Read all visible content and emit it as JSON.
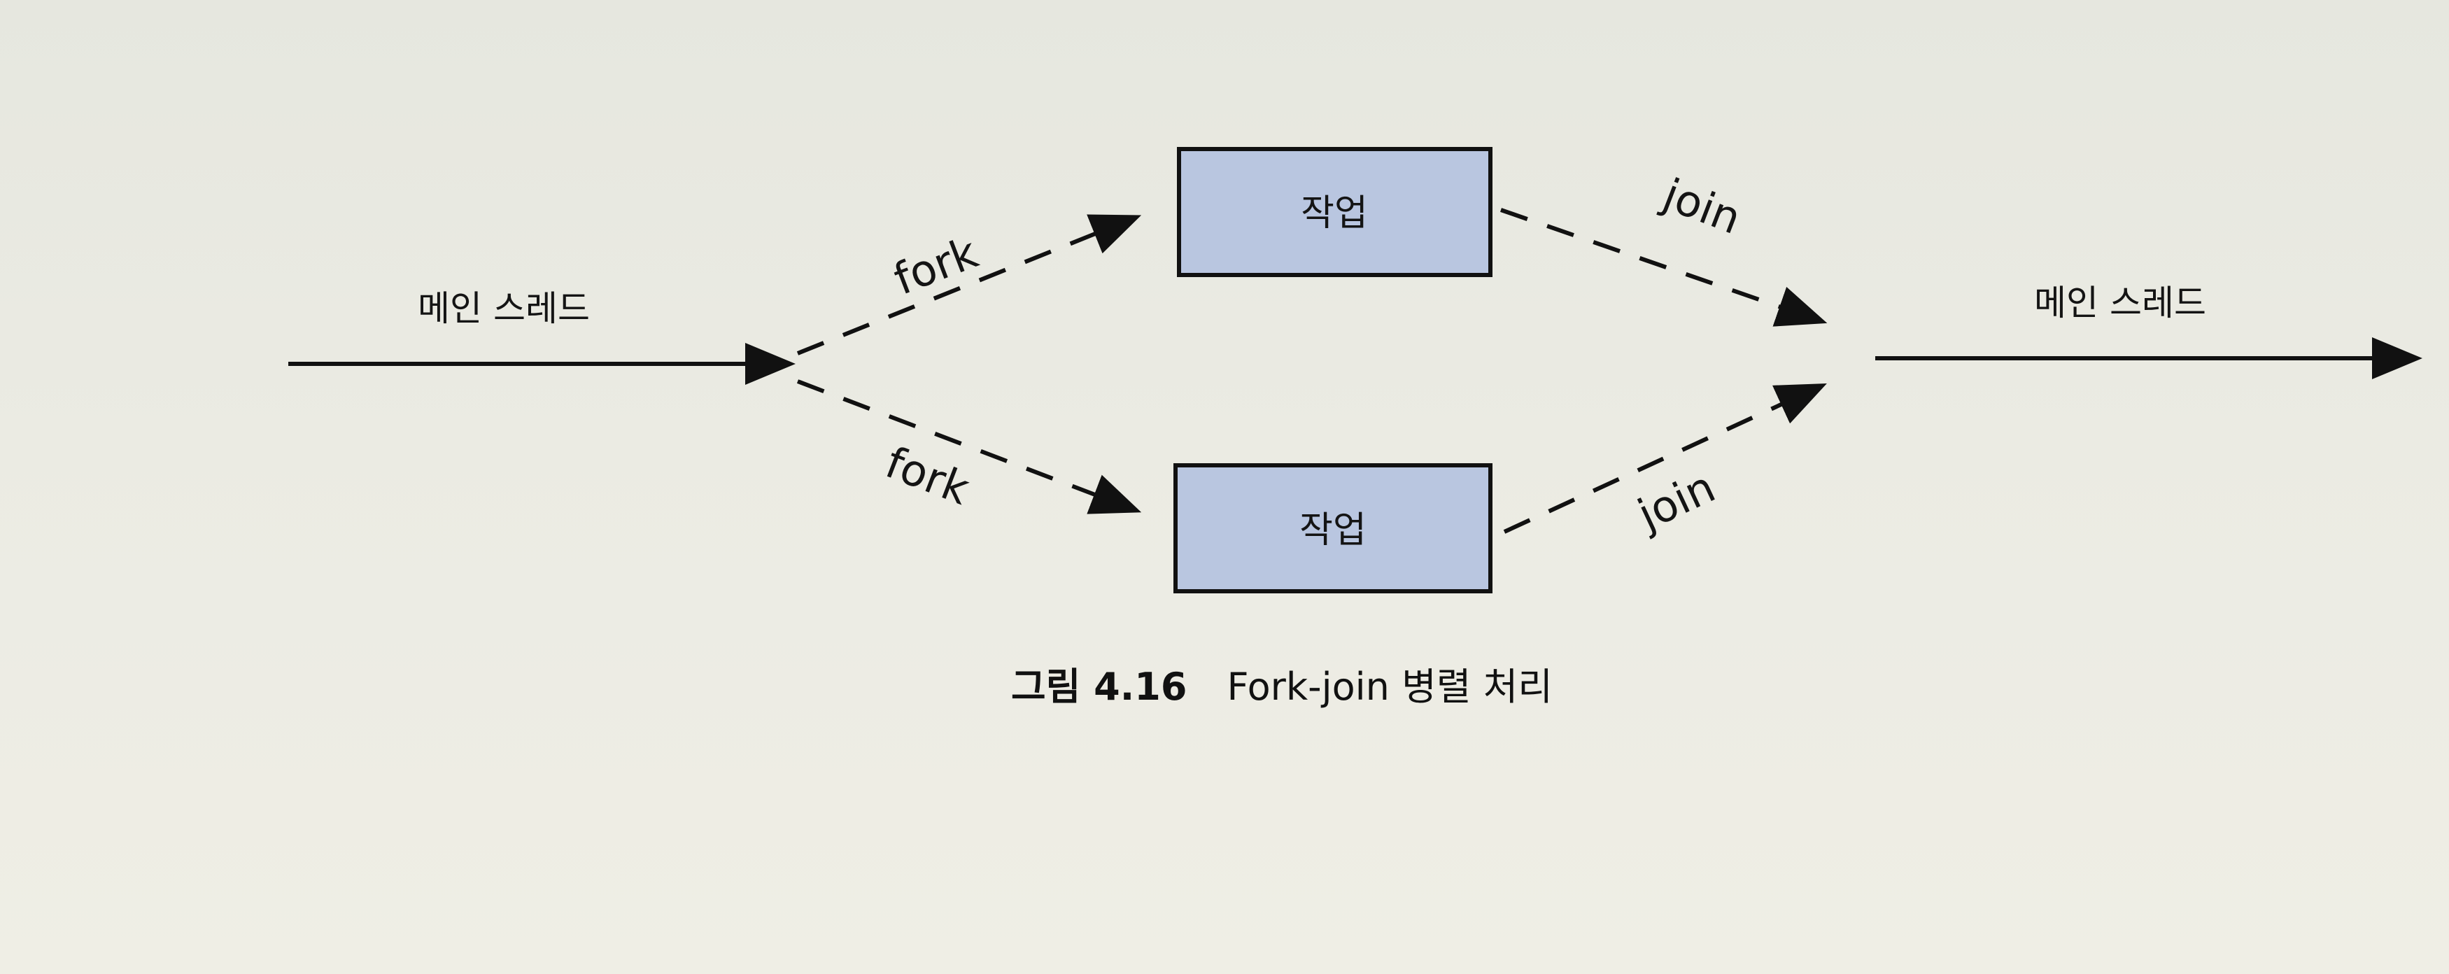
{
  "diagram": {
    "main_thread_in_label": "메인 스레드",
    "main_thread_out_label": "메인 스레드",
    "task_top_label": "작업",
    "task_bottom_label": "작업",
    "fork_top_label": "fork",
    "fork_bottom_label": "fork",
    "join_top_label": "join",
    "join_bottom_label": "join"
  },
  "caption": {
    "number": "그림 4.16",
    "text": "Fork-join 병렬 처리"
  },
  "colors": {
    "task_fill": "#b9c6e0",
    "stroke": "#111111",
    "background": "#ebebe3"
  }
}
